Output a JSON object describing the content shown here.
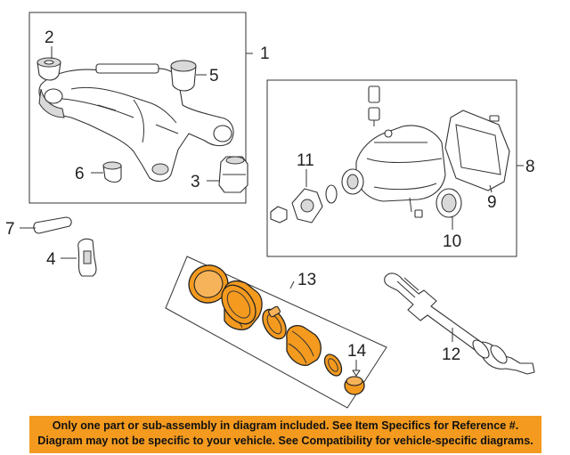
{
  "callouts": {
    "c1": "1",
    "c2": "2",
    "c3": "3",
    "c4": "4",
    "c5": "5",
    "c6": "6",
    "c7": "7",
    "c8": "8",
    "c9": "9",
    "c10": "10",
    "c11": "11",
    "c12": "12",
    "c13": "13",
    "c14": "14"
  },
  "notice": {
    "line1": "Only one part or sub-assembly in diagram included. See Item Specifics for Reference #.",
    "line2": "Diagram may not be specific to your vehicle. See Compatibility for vehicle-specific diagrams."
  },
  "colors": {
    "highlight": "#f39a1f",
    "banner": "#f39a1f",
    "linework": "#333333"
  }
}
